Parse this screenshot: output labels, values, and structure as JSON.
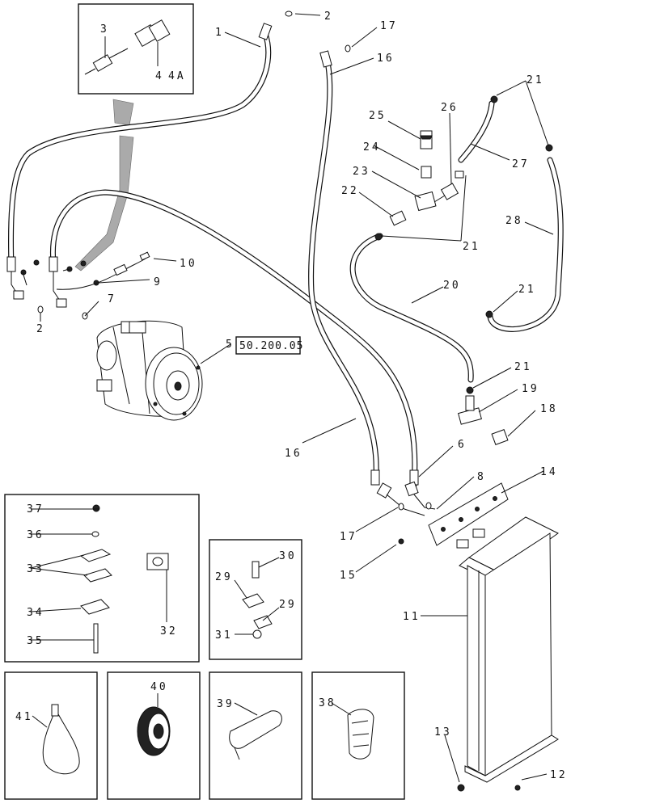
{
  "callouts": {
    "c1": "1",
    "c2a": "2",
    "c2b": "2",
    "c3": "3",
    "c4": "4",
    "c4a": "4A",
    "c5": "5",
    "c6": "6",
    "c7": "7",
    "c8": "8",
    "c9": "9",
    "c10": "10",
    "c11": "11",
    "c12": "12",
    "c13": "13",
    "c14": "14",
    "c15": "15",
    "c16a": "16",
    "c16b": "16",
    "c17a": "17",
    "c17b": "17",
    "c18": "18",
    "c19": "19",
    "c20": "20",
    "c21a": "21",
    "c21b": "21",
    "c21c": "21",
    "c21d": "21",
    "c22": "22",
    "c23": "23",
    "c24": "24",
    "c25": "25",
    "c26": "26",
    "c27": "27",
    "c28": "28",
    "c29a": "29",
    "c29b": "29",
    "c30": "30",
    "c31": "31",
    "c32": "32",
    "c33": "33",
    "c34": "34",
    "c35": "35",
    "c36": "36",
    "c37": "37",
    "c38": "38",
    "c39": "39",
    "c40": "40",
    "c41": "41"
  },
  "reference_box": "50.200.05"
}
